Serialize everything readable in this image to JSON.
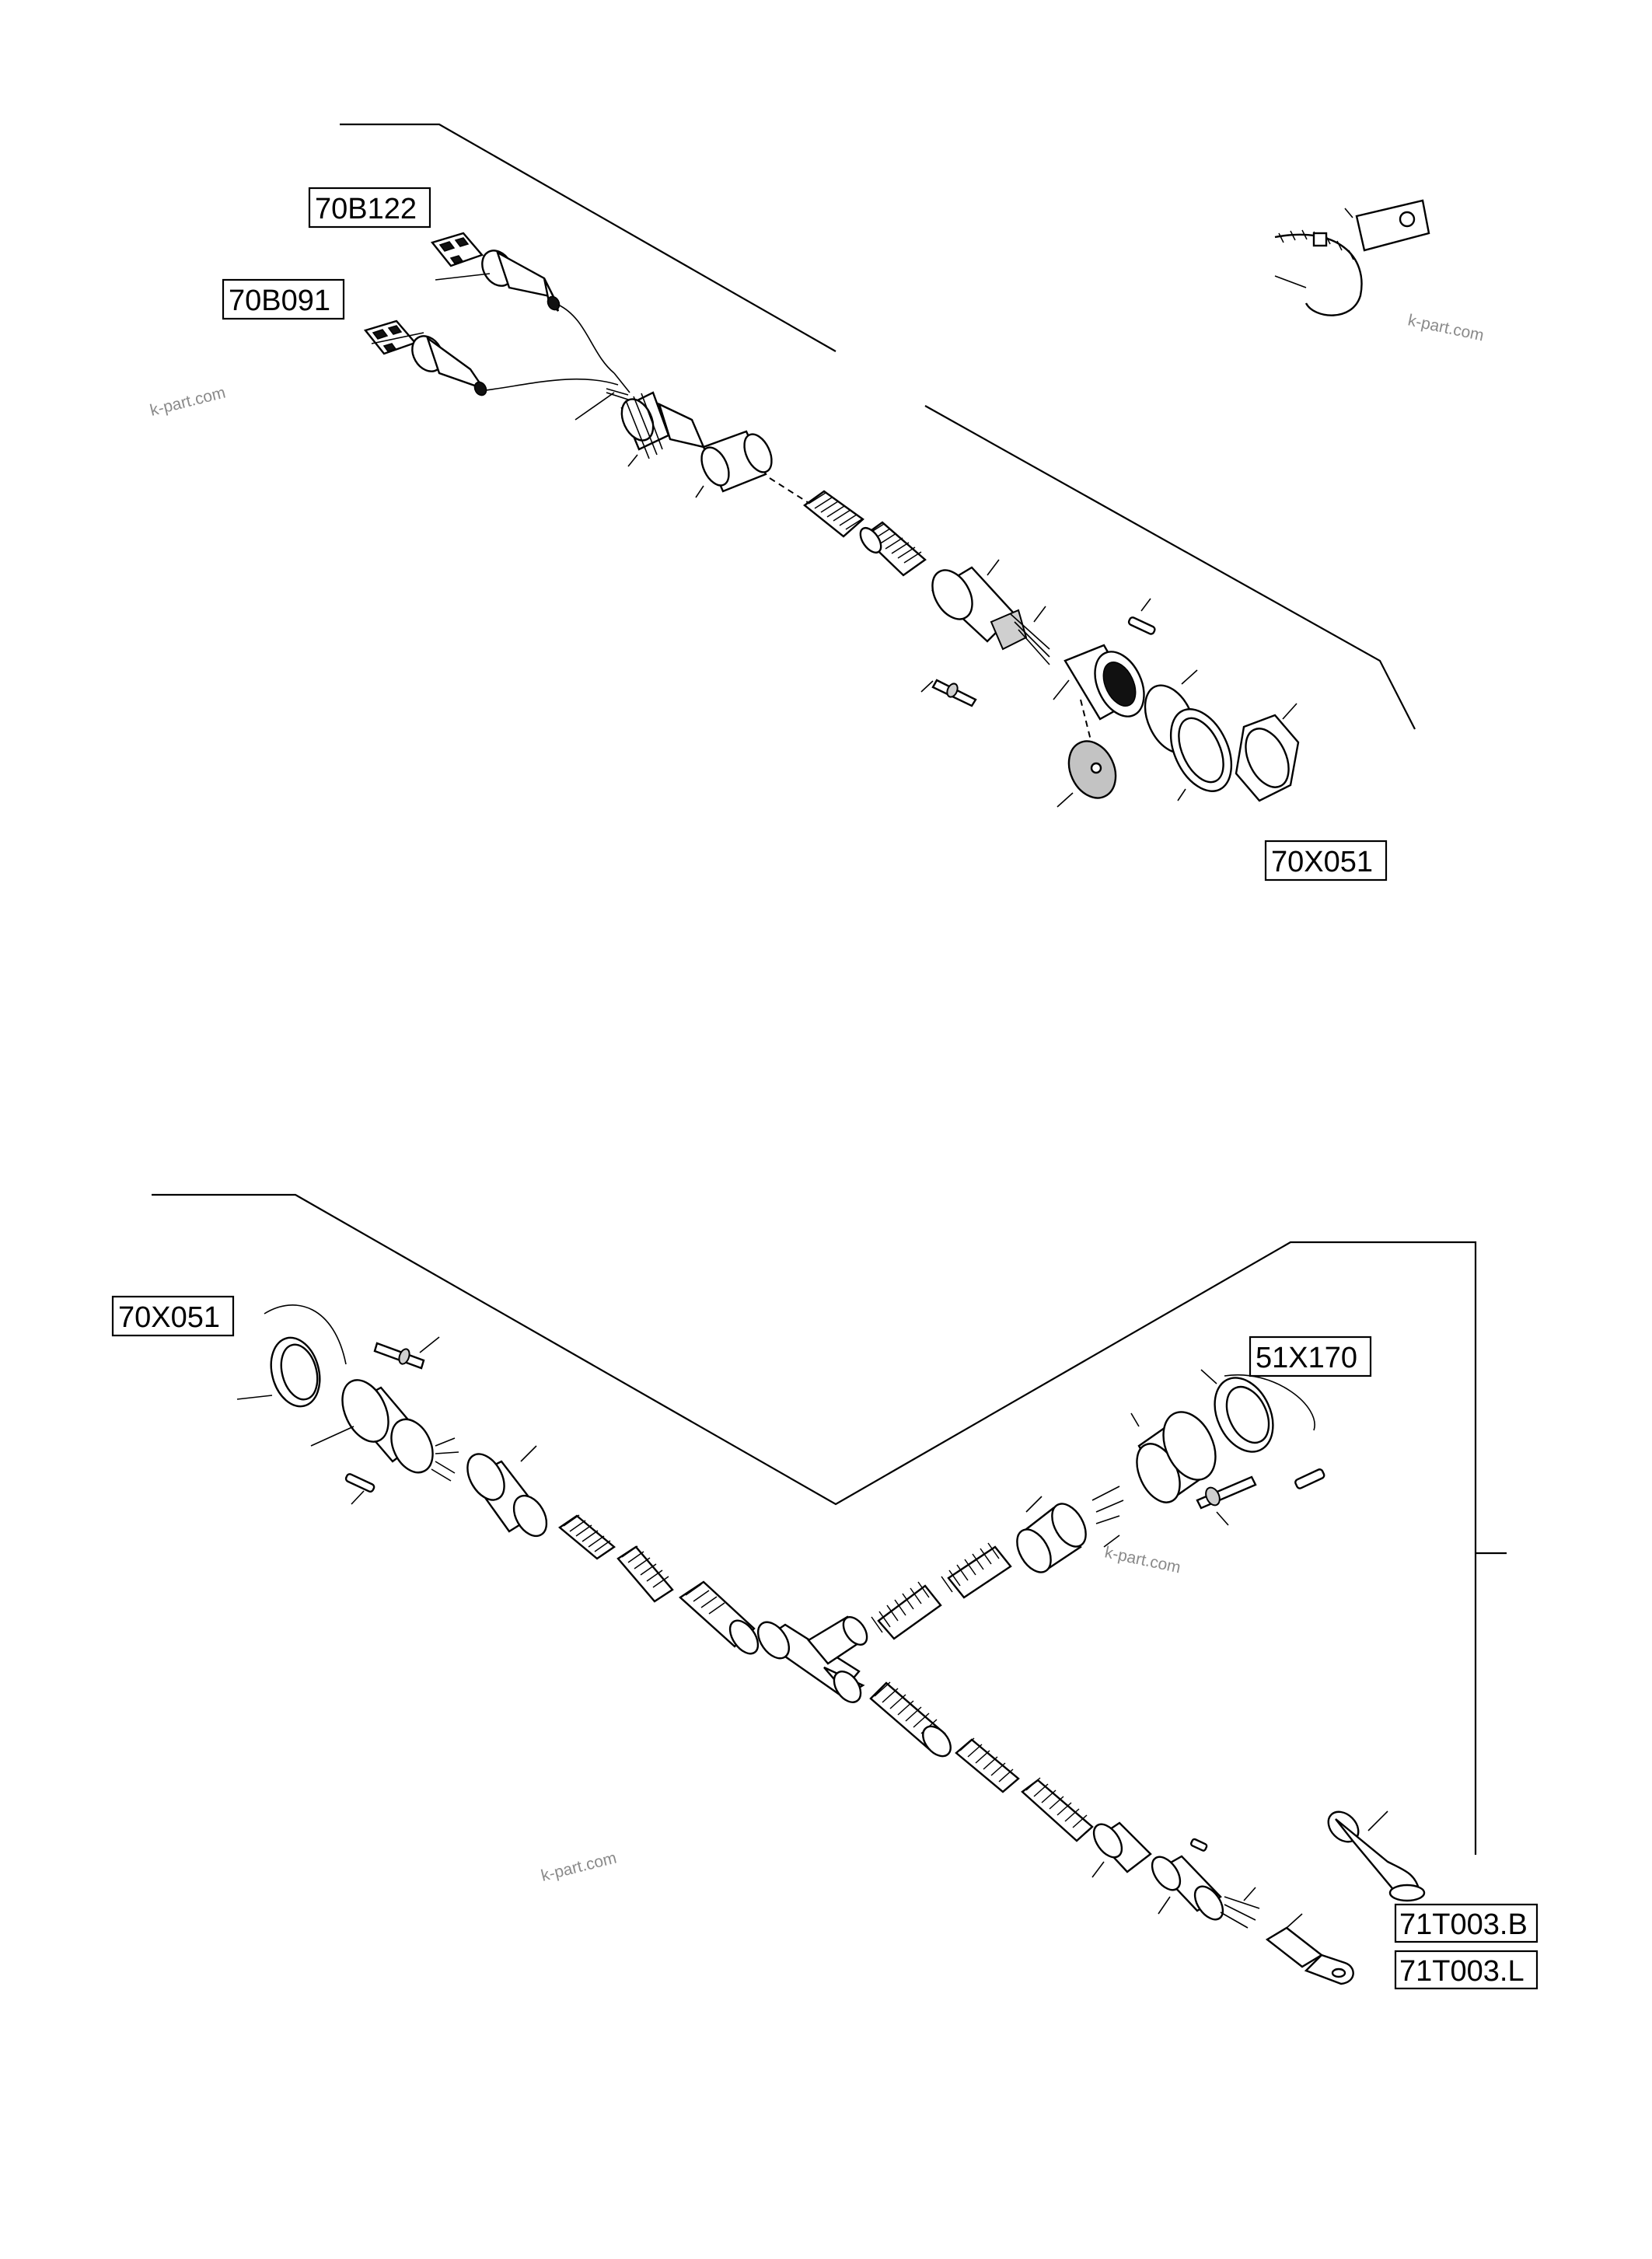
{
  "reference_labels": {
    "top_b122": "70B122",
    "top_b091": "70B091",
    "top_x051": "70X051",
    "bottom_x051": "70X051",
    "bottom_x170": "51X170",
    "bottom_t003b": "71T003.B",
    "bottom_t003l": "71T003.L"
  },
  "watermarks": {
    "w1": "k-part.com",
    "w2": "k-part.com",
    "w3": "k-part.com",
    "w4": "k-part.com"
  },
  "colors": {
    "line": "#000000",
    "watermark": "#8a8a8a",
    "background": "#ffffff"
  }
}
